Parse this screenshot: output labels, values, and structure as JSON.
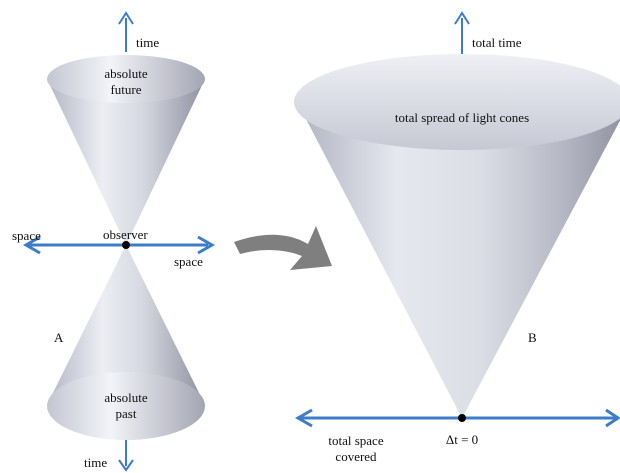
{
  "diagram_a": {
    "panel_label": "A",
    "time_up_label": "time",
    "time_down_label": "time",
    "space_left_label": "space",
    "space_right_label": "space",
    "observer_label": "observer",
    "future_label_line1": "absolute",
    "future_label_line2": "future",
    "past_label_line1": "absolute",
    "past_label_line2": "past"
  },
  "diagram_b": {
    "panel_label": "B",
    "time_label": "total time",
    "cone_label": "total spread of light cones",
    "space_label_line1": "total space",
    "space_label_line2": "covered",
    "origin_label": "Δt = 0"
  },
  "colors": {
    "arrow_blue": "#3d7cc9",
    "cone_light": "#f1f2f6",
    "cone_mid": "#c6c8d4",
    "cone_dark": "#8d8f9e",
    "transition_arrow": "#7f7f7f"
  }
}
